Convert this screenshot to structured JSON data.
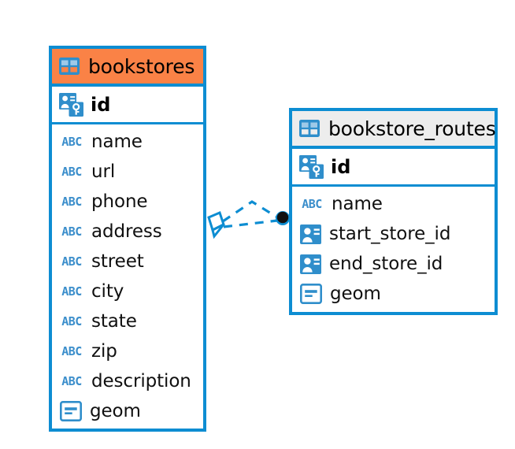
{
  "diagram": {
    "title": "bookstores-entity-relationship-diagram",
    "background_color": "#ffffff",
    "accent_color": "#0d8dd2",
    "highlight_color": "#fa8246",
    "header_grey": "#ededed",
    "icon_blue": "#2f8ecb"
  },
  "entities": [
    {
      "name": "bookstores",
      "header_style": "orange",
      "table_icon": "table-icon",
      "primary_key": {
        "label": "id",
        "icon": "primary-key-icon"
      },
      "fields": [
        {
          "label": "name",
          "icon": "abc-icon",
          "icon_text": "ABC"
        },
        {
          "label": "url",
          "icon": "abc-icon",
          "icon_text": "ABC"
        },
        {
          "label": "phone",
          "icon": "abc-icon",
          "icon_text": "ABC"
        },
        {
          "label": "address",
          "icon": "abc-icon",
          "icon_text": "ABC"
        },
        {
          "label": "street",
          "icon": "abc-icon",
          "icon_text": "ABC"
        },
        {
          "label": "city",
          "icon": "abc-icon",
          "icon_text": "ABC"
        },
        {
          "label": "state",
          "icon": "abc-icon",
          "icon_text": "ABC"
        },
        {
          "label": "zip",
          "icon": "abc-icon",
          "icon_text": "ABC"
        },
        {
          "label": "description",
          "icon": "abc-icon",
          "icon_text": "ABC"
        },
        {
          "label": "geom",
          "icon": "geometry-icon"
        }
      ]
    },
    {
      "name": "bookstore_routes",
      "header_style": "grey",
      "table_icon": "table-icon",
      "primary_key": {
        "label": "id",
        "icon": "primary-key-icon"
      },
      "fields": [
        {
          "label": "name",
          "icon": "abc-icon",
          "icon_text": "ABC"
        },
        {
          "label": "start_store_id",
          "icon": "foreign-key-icon"
        },
        {
          "label": "end_store_id",
          "icon": "foreign-key-icon"
        },
        {
          "label": "geom",
          "icon": "geometry-icon"
        }
      ]
    }
  ],
  "relationship": {
    "source_entity": "bookstores",
    "target_entity": "bookstore_routes",
    "source_marker": "diamond-marker",
    "target_marker": "filled-circle-marker",
    "line_style": "dashed",
    "line_color": "#0d8dd2"
  }
}
